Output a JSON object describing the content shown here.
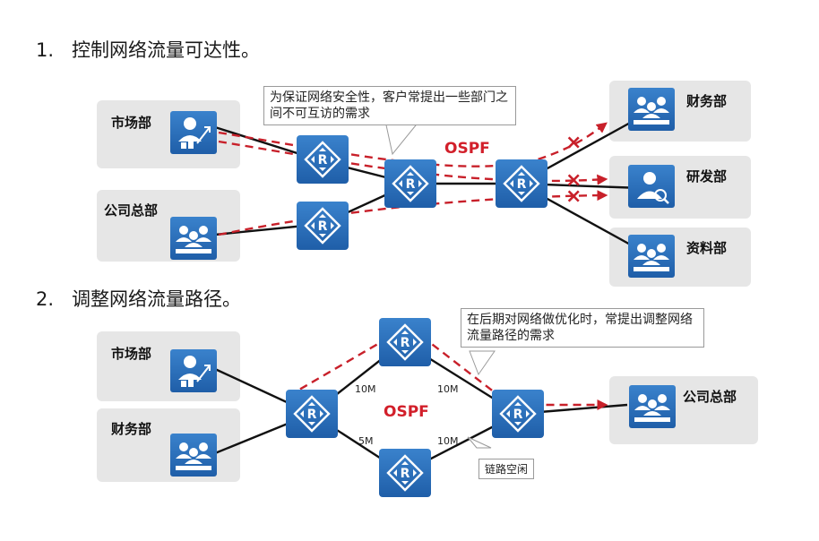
{
  "sections": [
    {
      "number": "1.",
      "title": "控制网络流量可达性。"
    },
    {
      "number": "2.",
      "title": "调整网络流量路径。"
    }
  ],
  "diagram1": {
    "callout": "为保证网络安全性，客户常提出一些部门之间不可互访的需求",
    "protocol": "OSPF",
    "left_depts": [
      "市场部",
      "公司总部"
    ],
    "right_depts": [
      "财务部",
      "研发部",
      "资料部"
    ],
    "blocked_marker": "×"
  },
  "diagram2": {
    "callout": "在后期对网络做优化时，常提出调整网络流量路径的需求",
    "protocol": "OSPF",
    "left_depts": [
      "市场部",
      "财务部"
    ],
    "right_dept": "公司总部",
    "bandwidths": {
      "top_left": "10M",
      "top_right": "10M",
      "bottom_left": "5M",
      "bottom_right": "10M"
    },
    "idle_label": "链路空闲"
  },
  "colors": {
    "router": "#2a6db5",
    "traffic": "#c8202a",
    "panel": "#e6e6e6",
    "link": "#111111"
  },
  "icons": {
    "router": "router-icon",
    "person": "manager-icon",
    "group": "user-group-icon",
    "engineer": "engineer-icon"
  }
}
